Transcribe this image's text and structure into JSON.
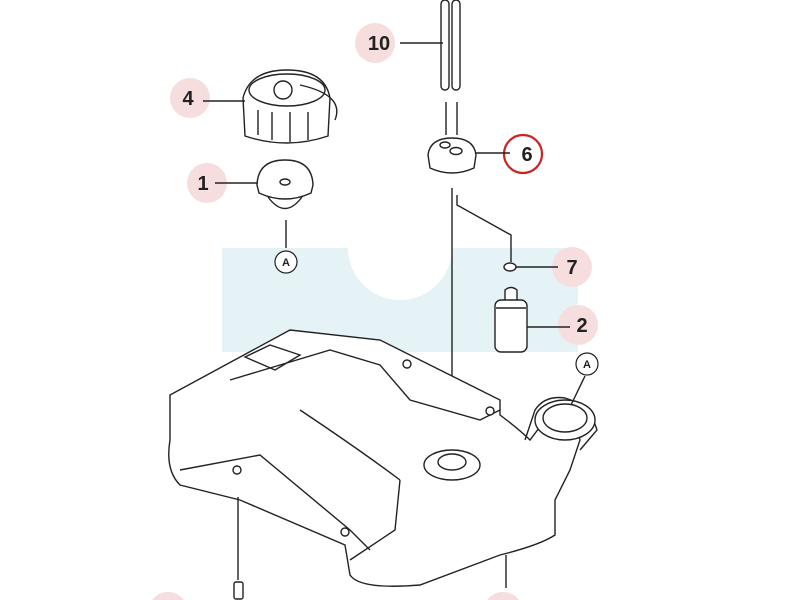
{
  "diagram": {
    "callouts": [
      {
        "id": "10",
        "label": "10"
      },
      {
        "id": "4",
        "label": "4"
      },
      {
        "id": "1",
        "label": "1"
      },
      {
        "id": "6",
        "label": "6",
        "highlighted": true
      },
      {
        "id": "7",
        "label": "7"
      },
      {
        "id": "2",
        "label": "2"
      }
    ],
    "references": [
      {
        "label": "A"
      },
      {
        "label": "A"
      }
    ],
    "colors": {
      "callout_bg": "#f6dede",
      "highlight": "#cc2222",
      "band": "#e6f3f6"
    }
  }
}
